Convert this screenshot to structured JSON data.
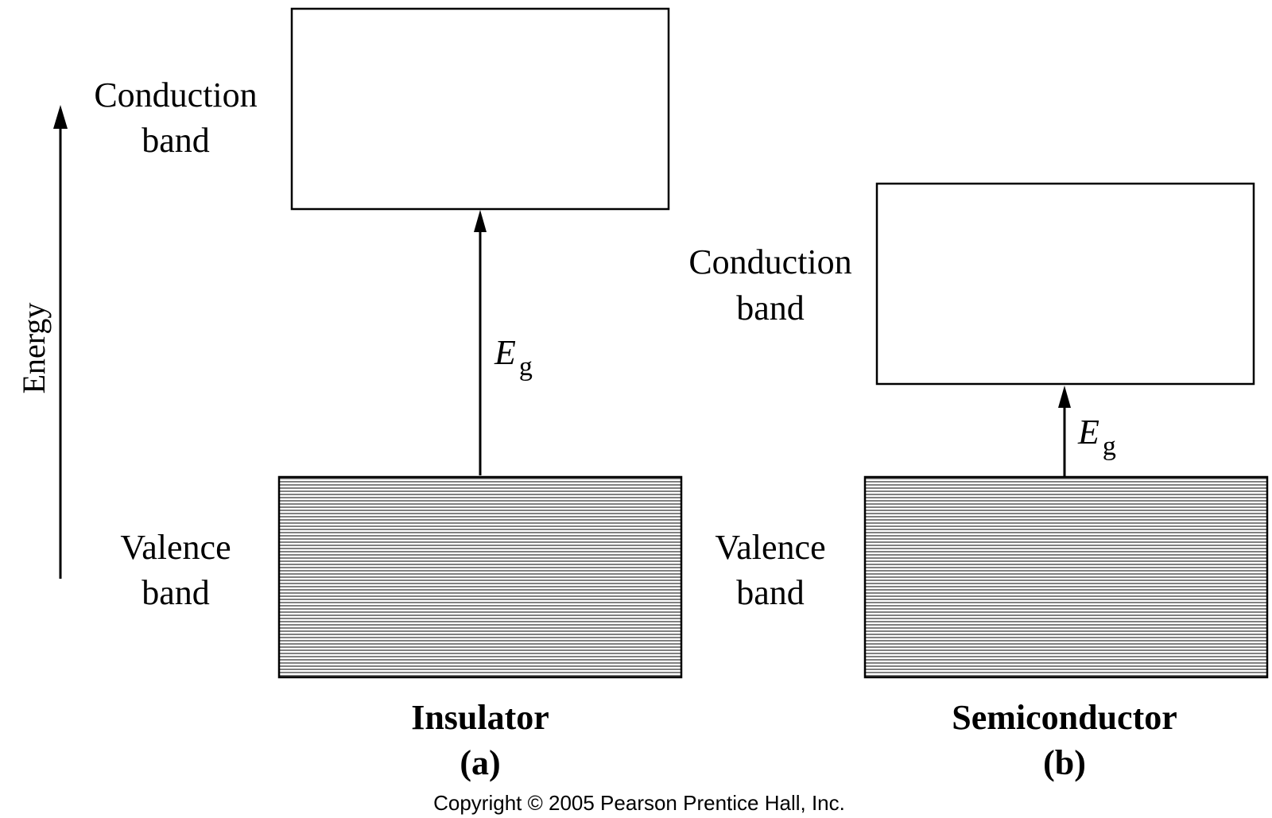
{
  "axis": {
    "label": "Energy"
  },
  "panels": [
    {
      "title": "Insulator",
      "tag": "(a)",
      "conduction_label_line1": "Conduction",
      "conduction_label_line2": "band",
      "valence_label_line1": "Valence",
      "valence_label_line2": "band",
      "gap_symbol": "E",
      "gap_subscript": "g"
    },
    {
      "title": "Semiconductor",
      "tag": "(b)",
      "conduction_label_line1": "Conduction",
      "conduction_label_line2": "band",
      "valence_label_line1": "Valence",
      "valence_label_line2": "band",
      "gap_symbol": "E",
      "gap_subscript": "g"
    }
  ],
  "footer": {
    "copyright": "Copyright © 2005 Pearson Prentice Hall, Inc."
  }
}
